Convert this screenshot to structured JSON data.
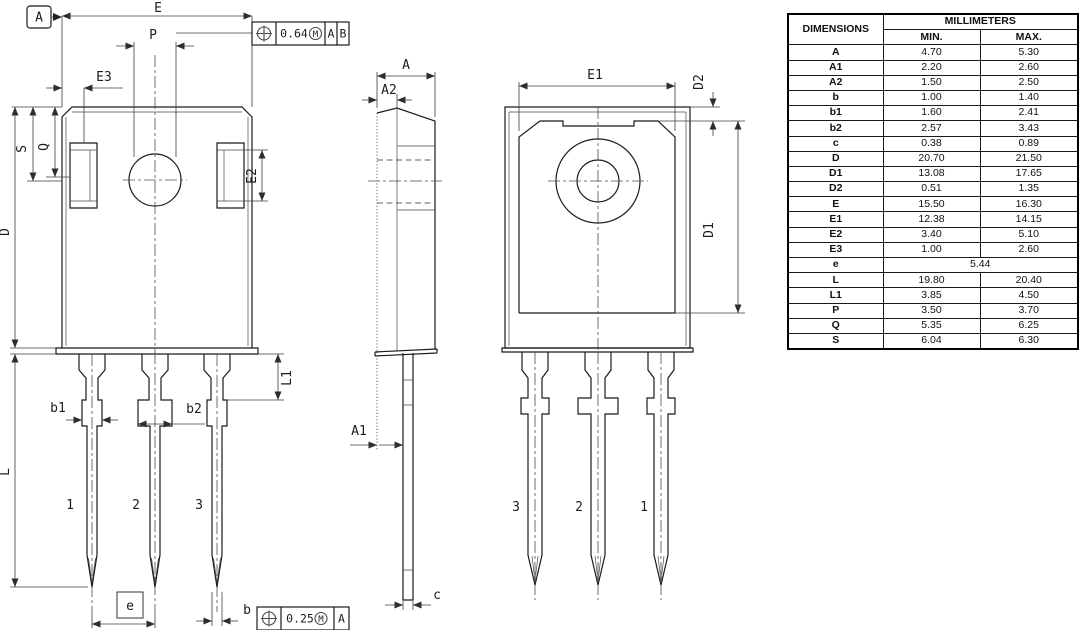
{
  "drawing": {
    "datum": {
      "label": "A"
    },
    "fcf_top": {
      "tolerance": "0.64",
      "modifier": "M",
      "datum_refs": [
        "A",
        "B"
      ]
    },
    "fcf_bottom": {
      "tolerance": "0.25",
      "modifier": "M",
      "datum_refs": [
        "A"
      ]
    },
    "front_view": {
      "dim_labels": {
        "E": "E",
        "P": "P",
        "E3": "E3",
        "S": "S",
        "Q": "Q",
        "D": "D",
        "E2": "E2",
        "L": "L",
        "L1": "L1",
        "b1": "b1",
        "b2": "b2",
        "e": "e",
        "b": "b"
      },
      "pin_numbers": [
        "1",
        "2",
        "3"
      ]
    },
    "side_view": {
      "dim_labels": {
        "A": "A",
        "A2": "A2",
        "A1": "A1",
        "c": "c"
      }
    },
    "rear_view": {
      "dim_labels": {
        "E1": "E1",
        "D2": "D2",
        "D1": "D1"
      },
      "pin_numbers": [
        "3",
        "2",
        "1"
      ]
    }
  },
  "table": {
    "header": {
      "dimensions": "DIMENSIONS",
      "millimeters": "MILLIMETERS",
      "min": "MIN.",
      "max": "MAX."
    },
    "rows": [
      {
        "name": "A",
        "min": "4.70",
        "max": "5.30"
      },
      {
        "name": "A1",
        "min": "2.20",
        "max": "2.60"
      },
      {
        "name": "A2",
        "min": "1.50",
        "max": "2.50"
      },
      {
        "name": "b",
        "min": "1.00",
        "max": "1.40"
      },
      {
        "name": "b1",
        "min": "1.60",
        "max": "2.41"
      },
      {
        "name": "b2",
        "min": "2.57",
        "max": "3.43"
      },
      {
        "name": "c",
        "min": "0.38",
        "max": "0.89"
      },
      {
        "name": "D",
        "min": "20.70",
        "max": "21.50"
      },
      {
        "name": "D1",
        "min": "13.08",
        "max": "17.65"
      },
      {
        "name": "D2",
        "min": "0.51",
        "max": "1.35"
      },
      {
        "name": "E",
        "min": "15.50",
        "max": "16.30"
      },
      {
        "name": "E1",
        "min": "12.38",
        "max": "14.15"
      },
      {
        "name": "E2",
        "min": "3.40",
        "max": "5.10"
      },
      {
        "name": "E3",
        "min": "1.00",
        "max": "2.60"
      },
      {
        "name": "L",
        "min": "19.80",
        "max": "20.40"
      },
      {
        "name": "L1",
        "min": "3.85",
        "max": "4.50"
      },
      {
        "name": "P",
        "min": "3.50",
        "max": "3.70"
      },
      {
        "name": "Q",
        "min": "5.35",
        "max": "6.25"
      },
      {
        "name": "S",
        "min": "6.04",
        "max": "6.30"
      }
    ],
    "e_row": {
      "name": "e",
      "value": "5.44"
    }
  }
}
